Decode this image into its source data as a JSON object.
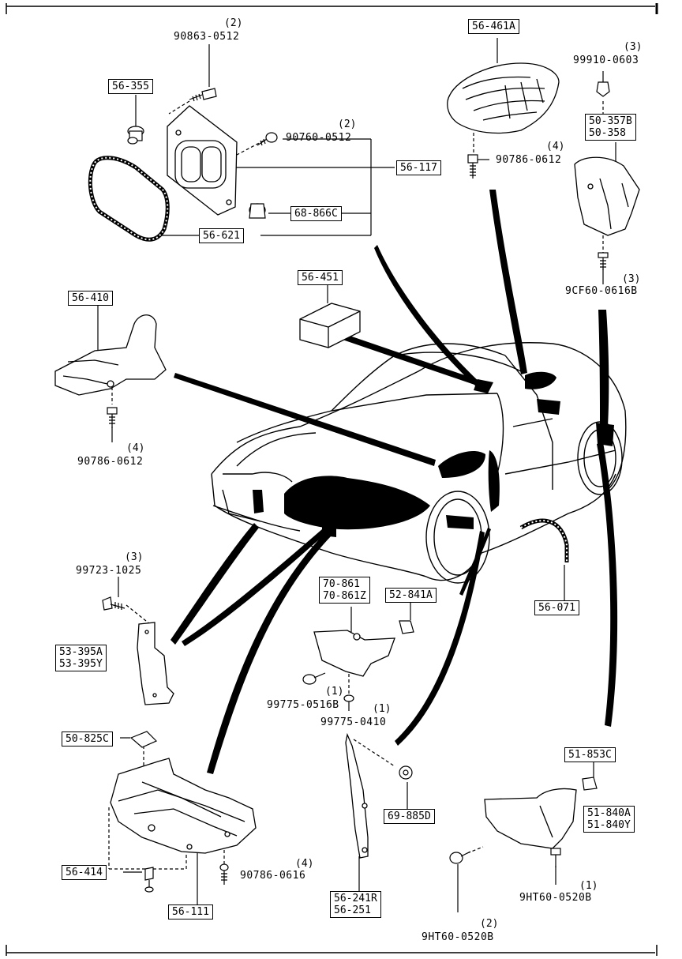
{
  "parts": {
    "p56_461A": "56-461A",
    "p56_355": "56-355",
    "p56_117": "56-117",
    "p68_866C": "68-866C",
    "p56_621": "56-621",
    "p50_357B": "50-357B",
    "p50_358": "50-358",
    "p56_451": "56-451",
    "p56_410": "56-410",
    "p70_861": "70-861",
    "p70_861Z": "70-861Z",
    "p52_841A": "52-841A",
    "p56_071": "56-071",
    "p53_395A": "53-395A",
    "p53_395Y": "53-395Y",
    "p50_825C": "50-825C",
    "p69_885D": "69-885D",
    "p51_853C": "51-853C",
    "p51_840A": "51-840A",
    "p51_840Y": "51-840Y",
    "p56_414": "56-414",
    "p56_111": "56-111",
    "p56_241R": "56-241R",
    "p56_251": "56-251"
  },
  "fasteners": {
    "f90863": "90863-0512",
    "f90760": "90760-0512",
    "f90786_a": "90786-0612",
    "f99910": "99910-0603",
    "f9CF60": "9CF60-0616B",
    "f90786_b": "90786-0612",
    "f99723": "99723-1025",
    "f99775_0516": "99775-0516B",
    "f99775_0410": "99775-0410",
    "f90786_0616": "90786-0616",
    "f9HT60_a": "9HT60-0520B",
    "f9HT60_b": "9HT60-0520B"
  },
  "quantities": {
    "q90863": "(2)",
    "q90760": "(2)",
    "q90786_a": "(4)",
    "q99910": "(3)",
    "q9CF60": "(3)",
    "q90786_b": "(4)",
    "q99723": "(3)",
    "q99775_0516": "(1)",
    "q99775_0410": "(1)",
    "q90786_0616": "(4)",
    "q9HT60_a": "(1)",
    "q9HT60_b": "(2)"
  }
}
